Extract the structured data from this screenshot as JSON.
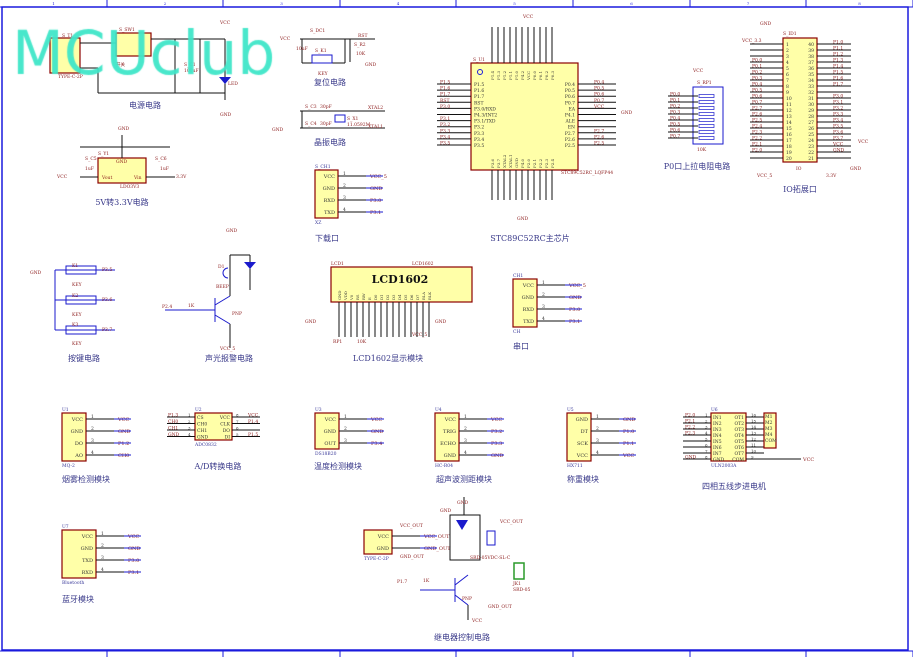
{
  "watermark": "MCUclub",
  "frame": {
    "columns": [
      "1",
      "2",
      "3",
      "4",
      "5",
      "6",
      "7",
      "8"
    ]
  },
  "colors": {
    "wire": "#1a1acc",
    "net_label": "#8b1a1a",
    "box_fill": "#ffffa8",
    "box_border": "#8b0000",
    "title": "#3a3a8a",
    "watermark": "#3fe6c8"
  },
  "titles": {
    "power": "电源电路",
    "reset": "复位电路",
    "crystal": "晶振电路",
    "ldo": "5V转3.3V电路",
    "download": "下载口",
    "mcu": "STC89C52RC主芯片",
    "pullup": "P0口上拉电阻电路",
    "io": "IO拓展口",
    "keys": "按键电路",
    "alarm": "声光报警电路",
    "lcd": "LCD1602显示模块",
    "serial": "串口",
    "smoke": "烟雾检测模块",
    "adc": "A/D转换电路",
    "temp": "温度检测模块",
    "ultrasonic": "超声波测距模块",
    "weigh": "称重模块",
    "stepper": "四相五线步进电机",
    "bluetooth": "蓝牙模块",
    "relay": "继电器控制电路"
  },
  "annotations": [
    "S_T1",
    "TYPE-C-2P",
    "S_SW1",
    "开关",
    "VCC",
    "S_C1",
    "100uF",
    "LED",
    "GND",
    "S_DC1",
    "VCC",
    "10uF",
    "S_K1",
    "KEY",
    "RST",
    "S_R2",
    "10K",
    "GND",
    "S_C3",
    "30pF",
    "S_C4",
    "30pF",
    "GND",
    "S_X1",
    "11.0592M",
    "XTAL2",
    "XTAL1",
    "GND",
    "S_Y1",
    "S_C5",
    "1uF",
    "S_C6",
    "1uF",
    "VCC",
    "3.3V",
    "LDO3V3",
    "Vout",
    "Vin",
    "GND",
    "GND",
    "K1",
    "KEY",
    "P3.5",
    "K2",
    "KEY",
    "P3.6",
    "K3",
    "KEY",
    "P3.7",
    "GND",
    "D1",
    "BEEP",
    "P2.4",
    "1K",
    "PNP",
    "VCC_5",
    "LCD1",
    "LCD1602",
    "LCD1602",
    "GND",
    "GND",
    "RP1",
    "10K",
    "VCC_5",
    "GND",
    "VCC",
    "S_U1",
    "STC89C52RC_LQFP44",
    "GND",
    "VCC",
    "S_RP1",
    "10K",
    "GND",
    "S_ID1",
    "VCC_3.3",
    "VCC",
    "GND",
    "VCC_5",
    "3.3V",
    "IO",
    "GND",
    "VCC_OUT",
    "SRD-05VDC-SL-C",
    "JK1",
    "SRD-05",
    "GND_OUT",
    "P1.7",
    "1K",
    "PNP",
    "VCC",
    "VCC_OUT",
    "GND_OUT",
    "GND"
  ],
  "mcu": {
    "left": [
      [
        "P1.5",
        "P1.5"
      ],
      [
        "P1.6",
        "P1.6"
      ],
      [
        "P1.7",
        "P1.7"
      ],
      [
        "RST",
        "RST"
      ],
      [
        "P3.0/RXD",
        "P3.0"
      ],
      [
        "P4.3/INT2",
        ""
      ],
      [
        "P3.1/TXD",
        "P3.1"
      ],
      [
        "P3.2",
        "P3.2"
      ],
      [
        "P3.3",
        "P3.3"
      ],
      [
        "P3.4",
        "P3.4"
      ],
      [
        "P3.5",
        "P3.5"
      ]
    ],
    "right": [
      [
        "P0.4",
        "P0.4"
      ],
      [
        "P0.5",
        "P0.5"
      ],
      [
        "P0.6",
        "P0.6"
      ],
      [
        "P0.7",
        "P0.7"
      ],
      [
        "EA",
        "VCC"
      ],
      [
        "P4.1",
        ""
      ],
      [
        "ALE",
        ""
      ],
      [
        "EN",
        ""
      ],
      [
        "P2.7",
        "P2.7"
      ],
      [
        "P2.6",
        "P2.6"
      ],
      [
        "P2.5",
        "P2.5"
      ]
    ],
    "top": [
      "P1.4",
      "P1.3",
      "P1.2",
      "P1.1",
      "P1.0",
      "P4.2",
      "VCC",
      "P0.0",
      "P0.1",
      "P0.2",
      "P0.3"
    ],
    "bottom": [
      "P3.6",
      "P3.7",
      "XTAL2",
      "XTAL1",
      "GND",
      "P4.0",
      "P2.0",
      "P2.1",
      "P2.2",
      "P2.3",
      "P2.4"
    ]
  },
  "pullup": {
    "nets": [
      "P0.0",
      "P0.1",
      "P0.2",
      "P0.3",
      "P0.4",
      "P0.5",
      "P0.6",
      "P0.7"
    ]
  },
  "io_header": {
    "left": [
      [
        "1",
        ""
      ],
      [
        "2",
        ""
      ],
      [
        "3",
        ""
      ],
      [
        "4",
        "P0.0"
      ],
      [
        "5",
        "P0.1"
      ],
      [
        "6",
        "P0.2"
      ],
      [
        "7",
        "P0.3"
      ],
      [
        "8",
        "P0.4"
      ],
      [
        "9",
        "P0.5"
      ],
      [
        "10",
        "P0.6"
      ],
      [
        "11",
        "P0.7"
      ],
      [
        "12",
        "P2.7"
      ],
      [
        "13",
        "P2.6"
      ],
      [
        "14",
        "P2.5"
      ],
      [
        "15",
        "P2.4"
      ],
      [
        "16",
        "P2.3"
      ],
      [
        "17",
        "P2.2"
      ],
      [
        "18",
        "P2.1"
      ],
      [
        "19",
        "P2.0"
      ],
      [
        "20",
        ""
      ]
    ],
    "right": [
      [
        "40",
        "P1.0"
      ],
      [
        "39",
        "P1.1"
      ],
      [
        "38",
        "P1.2"
      ],
      [
        "37",
        "P1.3"
      ],
      [
        "36",
        "P1.4"
      ],
      [
        "35",
        "P1.5"
      ],
      [
        "34",
        "P1.6"
      ],
      [
        "33",
        "P1.7"
      ],
      [
        "32",
        ""
      ],
      [
        "31",
        "P3.0"
      ],
      [
        "30",
        "P3.1"
      ],
      [
        "29",
        "P3.2"
      ],
      [
        "28",
        "P3.3"
      ],
      [
        "27",
        "P3.4"
      ],
      [
        "26",
        "P3.5"
      ],
      [
        "25",
        "P3.6"
      ],
      [
        "24",
        "P3.7"
      ],
      [
        "23",
        "VCC"
      ],
      [
        "22",
        "GND"
      ],
      [
        "21",
        ""
      ]
    ]
  },
  "lcd_pins": [
    "GND",
    "VDD",
    "V0",
    "RS",
    "RW",
    "E",
    "D0",
    "D1",
    "D2",
    "D3",
    "D4",
    "D5",
    "D6",
    "D7",
    "BLA",
    "BLK"
  ],
  "modules": [
    {
      "ref": "S_CH1",
      "part": "XZ",
      "pins": [
        [
          "VCC",
          "1",
          "VCC_5"
        ],
        [
          "GND",
          "2",
          "GND"
        ],
        [
          "RXD",
          "3",
          "P3.0"
        ],
        [
          "TXD",
          "4",
          "P3.1"
        ]
      ]
    },
    {
      "ref": "CH1",
      "part": "CH",
      "pins": [
        [
          "VCC",
          "1",
          "VCC_5"
        ],
        [
          "GND",
          "2",
          "GND"
        ],
        [
          "RXD",
          "3",
          "P3.0"
        ],
        [
          "TXD",
          "4",
          "P3.1"
        ]
      ]
    },
    {
      "ref": "U1",
      "part": "MQ-2",
      "pins": [
        [
          "VCC",
          "1",
          "VCC"
        ],
        [
          "GND",
          "2",
          "GND"
        ],
        [
          "DO",
          "3",
          "P1.2"
        ],
        [
          "AO",
          "4",
          "CH0"
        ]
      ]
    },
    {
      "ref": "U3",
      "part": "DS18B20",
      "pins": [
        [
          "VCC",
          "1",
          "VCC"
        ],
        [
          "GND",
          "2",
          "GND"
        ],
        [
          "OUT",
          "3",
          "P3.4"
        ]
      ]
    },
    {
      "ref": "U4",
      "part": "HC-R04",
      "pins": [
        [
          "VCC",
          "1",
          "VCC"
        ],
        [
          "TRIG",
          "2",
          "P3.2"
        ],
        [
          "ECHO",
          "3",
          "P3.3"
        ],
        [
          "GND",
          "4",
          "GND"
        ]
      ]
    },
    {
      "ref": "U5",
      "part": "HX711",
      "pins": [
        [
          "GND",
          "1",
          "GND"
        ],
        [
          "DT",
          "2",
          "P1.0"
        ],
        [
          "SCK",
          "3",
          "P1.1"
        ],
        [
          "VCC",
          "4",
          "VCC"
        ]
      ]
    },
    {
      "ref": "U7",
      "part": "Bluetooth",
      "pins": [
        [
          "VCC",
          "1",
          "VCC"
        ],
        [
          "GND",
          "2",
          "GND"
        ],
        [
          "TXD",
          "3",
          "P3.0"
        ],
        [
          "RXD",
          "4",
          "P3.1"
        ]
      ]
    },
    {
      "ref": "",
      "part": "TYPE-C-2P",
      "pins": [
        [
          "VCC",
          "",
          "VCC_OUT"
        ],
        [
          "GND",
          "",
          "GND_OUT"
        ]
      ]
    }
  ],
  "adc": {
    "ref": "U2",
    "part": "ADC0832",
    "left": [
      [
        "CS",
        "1",
        "P1.3"
      ],
      [
        "CH0",
        "2",
        "CH0"
      ],
      [
        "CH1",
        "3",
        "CH1"
      ],
      [
        "GND",
        "4",
        "GND"
      ]
    ],
    "right": [
      [
        "VCC",
        "8",
        "VCC"
      ],
      [
        "CLK",
        "7",
        "P1.4"
      ],
      [
        "DO",
        "6",
        ""
      ],
      [
        "DI",
        "5",
        "P1.5"
      ]
    ]
  },
  "uln": {
    "ref": "U6",
    "part": "ULN2003A",
    "left": [
      [
        "IN1",
        "1",
        "P2.0"
      ],
      [
        "IN2",
        "2",
        "P2.1"
      ],
      [
        "IN3",
        "3",
        "P2.2"
      ],
      [
        "IN4",
        "4",
        "P2.3"
      ],
      [
        "IN5",
        "5",
        ""
      ],
      [
        "IN6",
        "6",
        ""
      ],
      [
        "IN7",
        "7",
        ""
      ],
      [
        "GND",
        "8",
        "GND"
      ]
    ],
    "right": [
      [
        "OT1",
        "16"
      ],
      [
        "OT2",
        "15"
      ],
      [
        "OT3",
        "14"
      ],
      [
        "OT4",
        "13"
      ],
      [
        "OT5",
        "12"
      ],
      [
        "OT6",
        "11"
      ],
      [
        "OT7",
        "10"
      ],
      [
        "COM",
        "9"
      ]
    ],
    "motor": [
      "M1",
      "M2",
      "M3",
      "M4",
      "COM"
    ],
    "com_net": "VCC"
  }
}
